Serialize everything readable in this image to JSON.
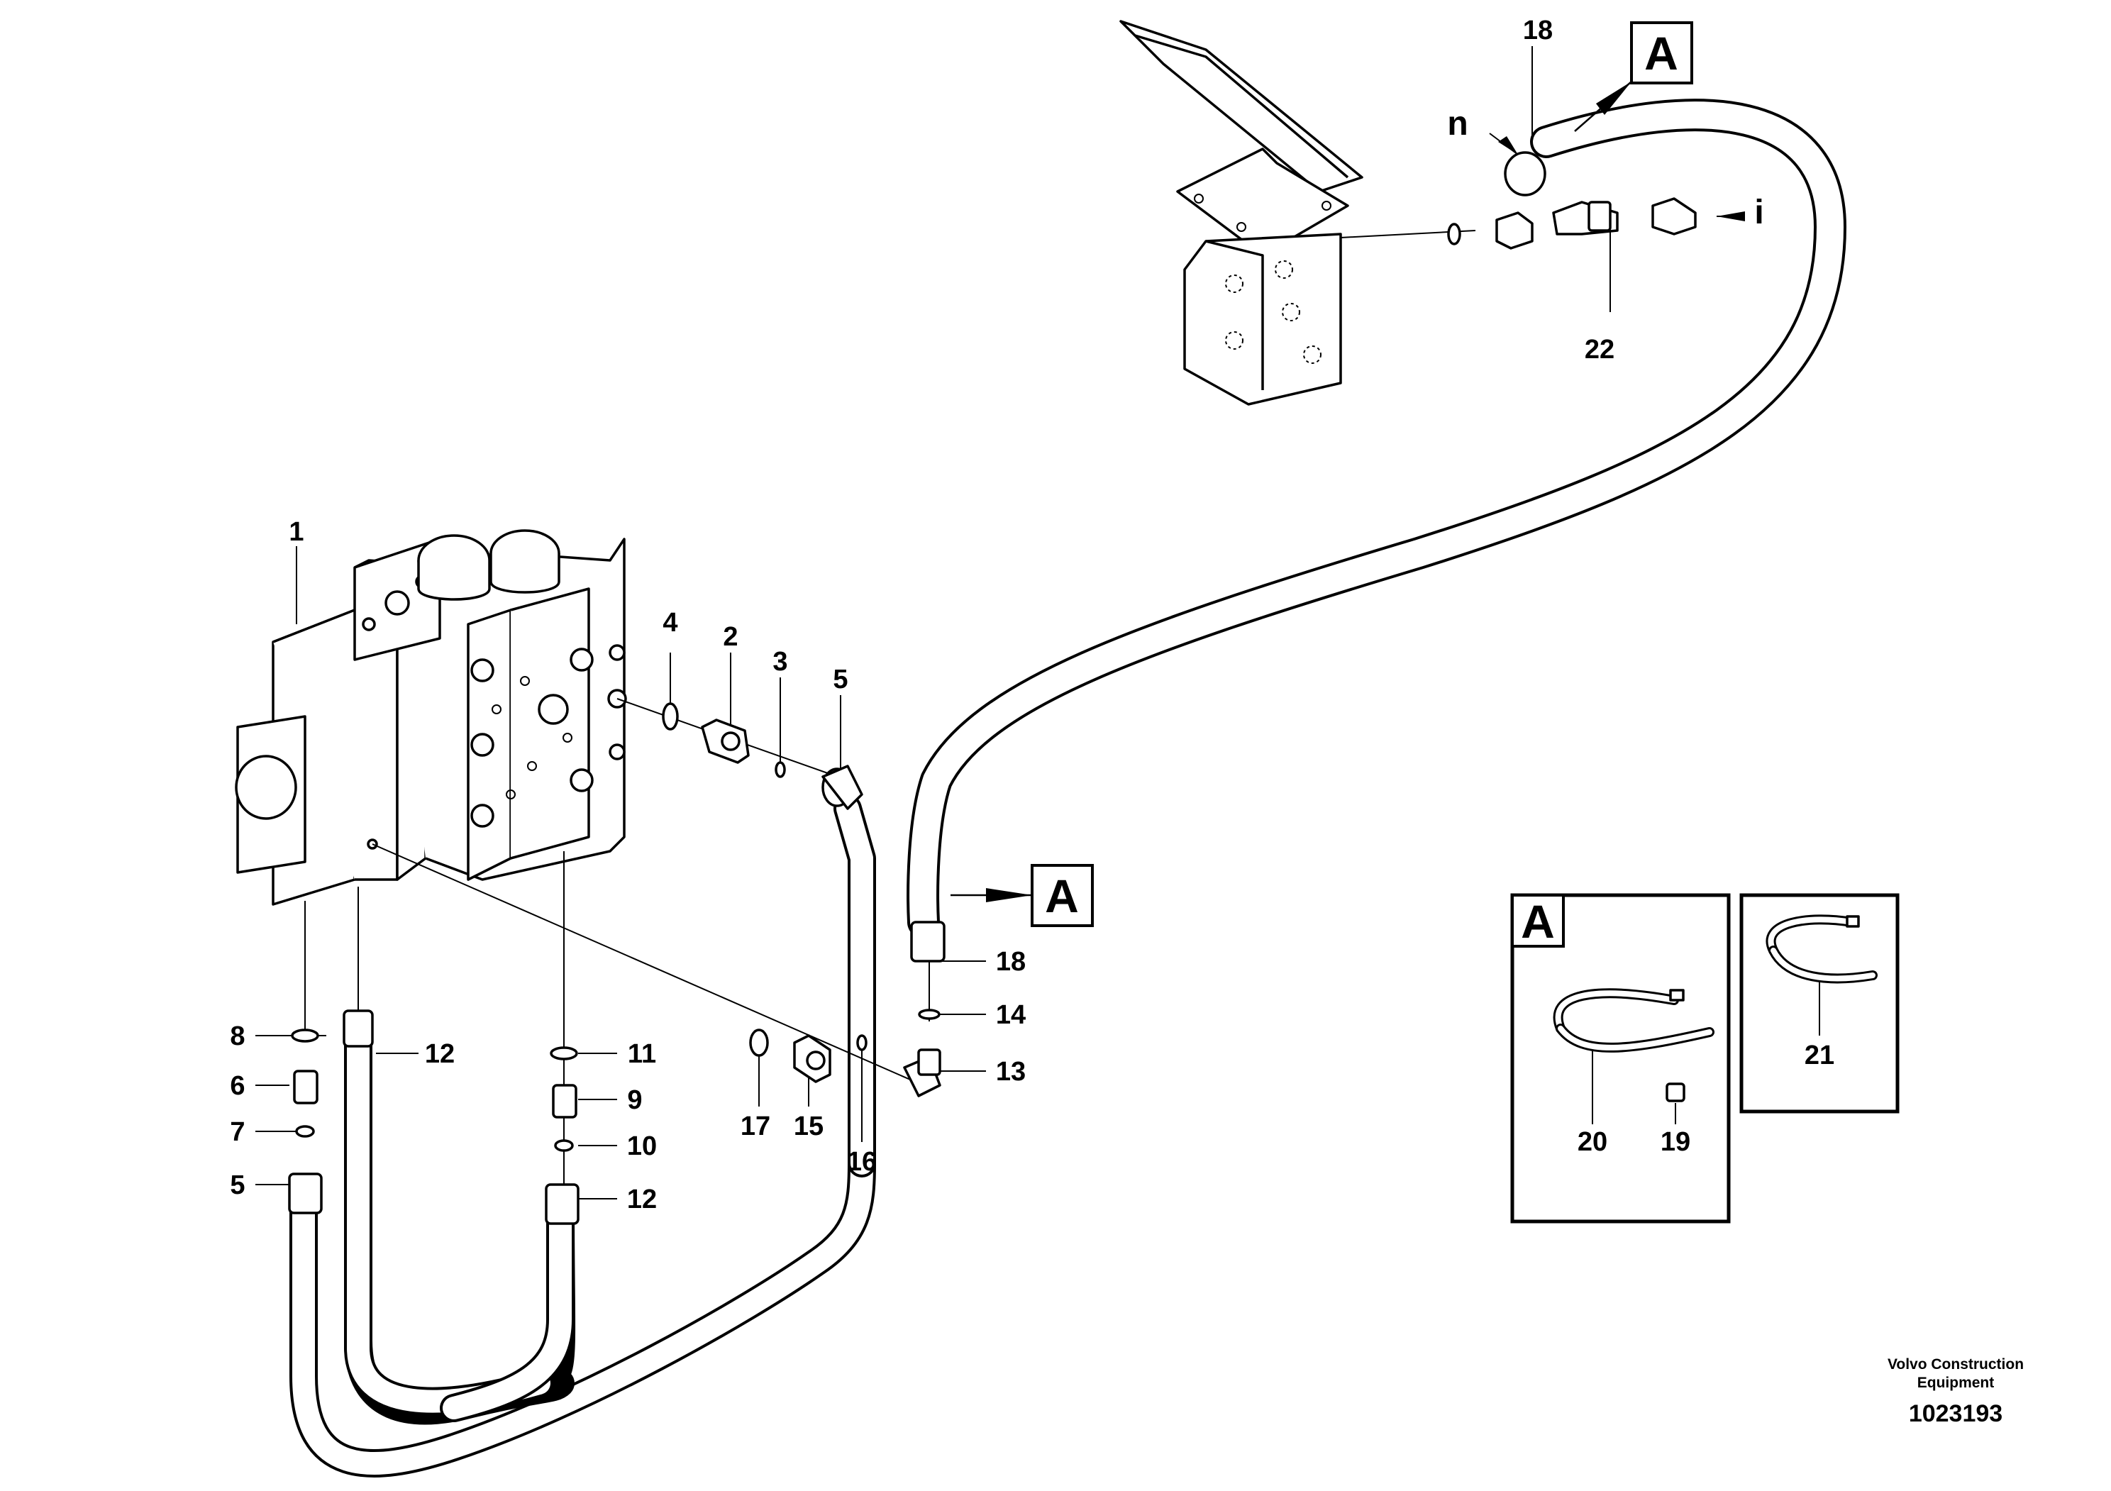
{
  "callouts": {
    "c1": "1",
    "c2": "2",
    "c3": "3",
    "c4": "4",
    "c5a": "5",
    "c5b": "5",
    "c6": "6",
    "c7": "7",
    "c8": "8",
    "c9": "9",
    "c10": "10",
    "c11": "11",
    "c12a": "12",
    "c12b": "12",
    "c13": "13",
    "c14": "14",
    "c15": "15",
    "c16": "16",
    "c17": "17",
    "c18a": "18",
    "c18b": "18",
    "c19": "19",
    "c20": "20",
    "c21": "21",
    "c22": "22"
  },
  "view_letters": {
    "n": "n",
    "i": "i"
  },
  "section_markers": {
    "top": "A",
    "middle": "A",
    "box": "A"
  },
  "footer": {
    "company_line1": "Volvo Construction",
    "company_line2": "Equipment",
    "document_number": "1023193"
  }
}
